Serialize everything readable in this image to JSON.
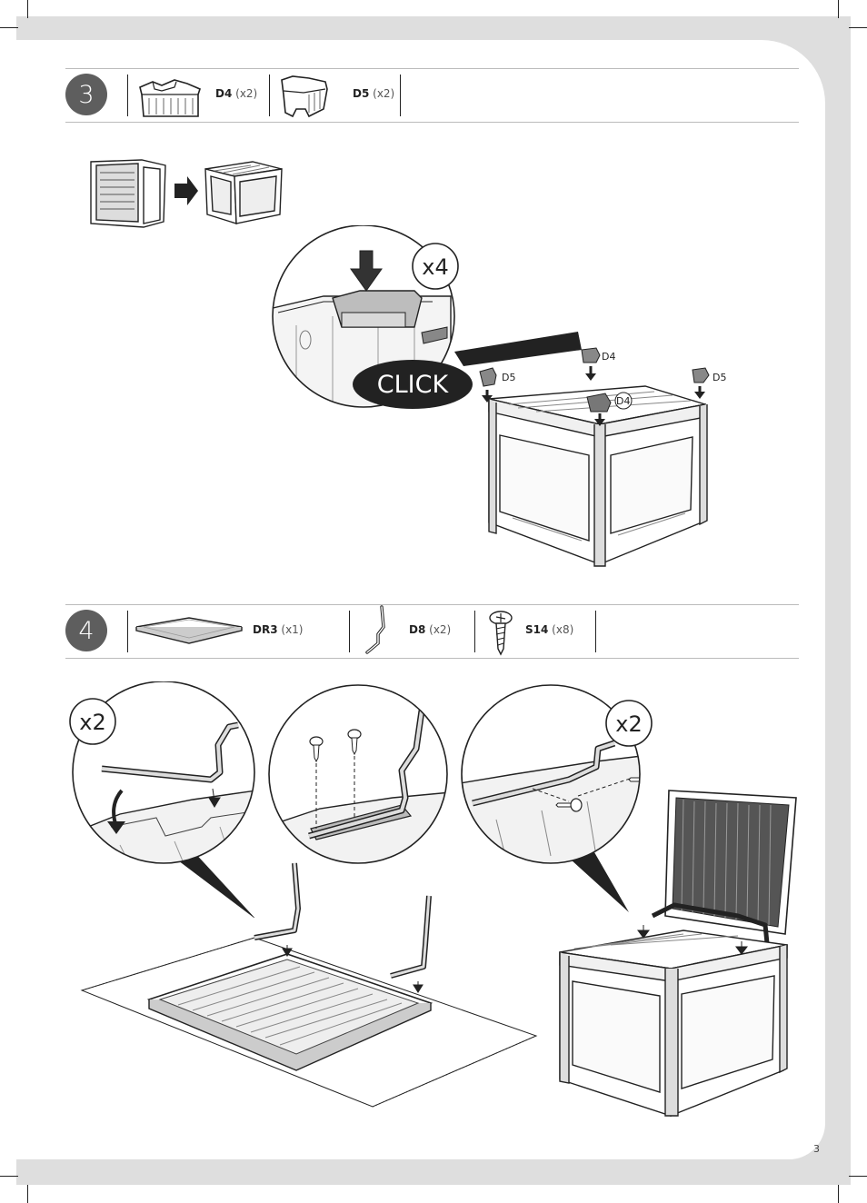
{
  "page_number": "3",
  "step3": {
    "number": "3",
    "parts": [
      {
        "code": "D4",
        "qty": "(x2)"
      },
      {
        "code": "D5",
        "qty": "(x2)"
      }
    ],
    "zoom_count": "x4",
    "click_label": "CLICK",
    "callouts": {
      "d4_rear": "D4",
      "d4_front": "D4",
      "d5_left": "D5",
      "d5_right": "D5"
    }
  },
  "step4": {
    "number": "4",
    "parts": [
      {
        "code": "DR3",
        "qty": "(x1)"
      },
      {
        "code": "D8",
        "qty": "(x2)"
      },
      {
        "code": "S14",
        "qty": "(x8)"
      }
    ],
    "left_zoom_count": "x2",
    "right_zoom_count": "x2"
  }
}
